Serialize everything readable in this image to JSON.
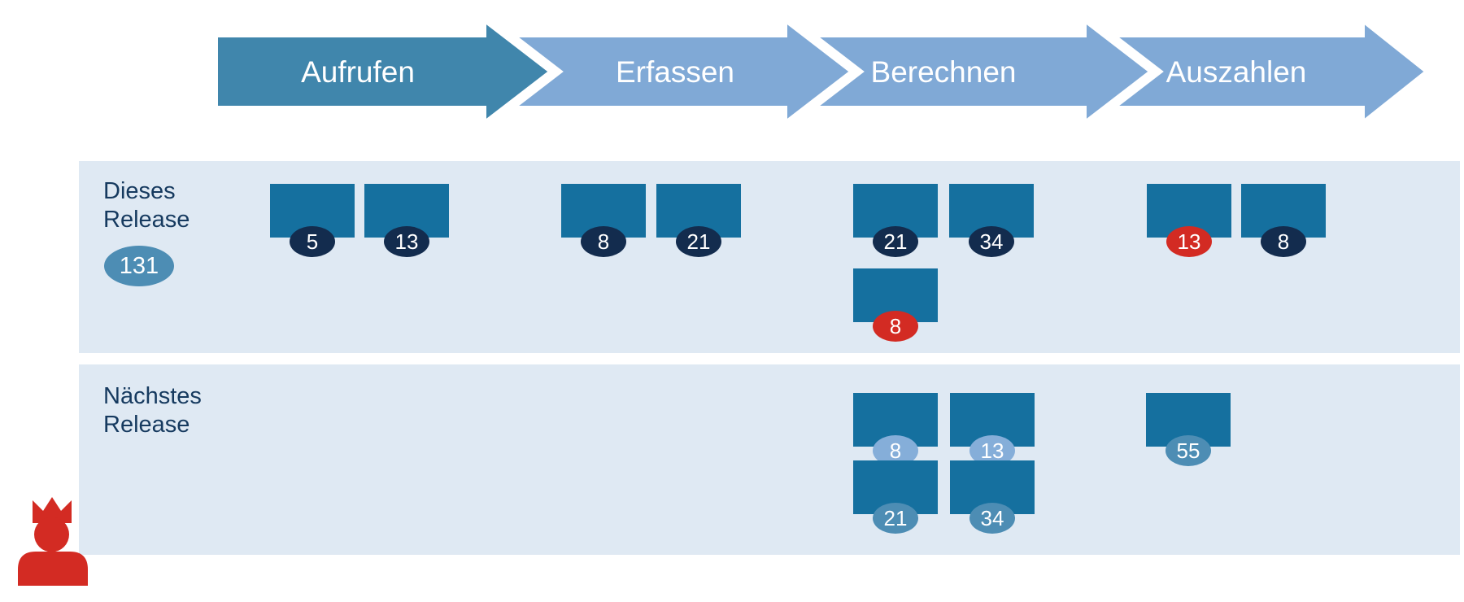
{
  "process_arrows": {
    "items": [
      {
        "label": "Aufrufen",
        "color": "#4086ac"
      },
      {
        "label": "Erfassen",
        "color": "#80a9d6"
      },
      {
        "label": "Berechnen",
        "color": "#80a9d6"
      },
      {
        "label": "Auszahlen",
        "color": "#80a9d6"
      }
    ]
  },
  "lanes": [
    {
      "title_line1": "Dieses",
      "title_line2": "Release",
      "total_points": "131",
      "cards": [
        {
          "phase": "Aufrufen",
          "points": "5",
          "badge": "navy"
        },
        {
          "phase": "Aufrufen",
          "points": "13",
          "badge": "navy"
        },
        {
          "phase": "Erfassen",
          "points": "8",
          "badge": "navy"
        },
        {
          "phase": "Erfassen",
          "points": "21",
          "badge": "navy"
        },
        {
          "phase": "Berechnen",
          "points": "21",
          "badge": "navy"
        },
        {
          "phase": "Berechnen",
          "points": "34",
          "badge": "navy"
        },
        {
          "phase": "Berechnen",
          "points": "8",
          "badge": "red"
        },
        {
          "phase": "Auszahlen",
          "points": "13",
          "badge": "red"
        },
        {
          "phase": "Auszahlen",
          "points": "8",
          "badge": "navy"
        }
      ]
    },
    {
      "title_line1": "Nächstes",
      "title_line2": "Release",
      "cards": [
        {
          "phase": "Berechnen",
          "points": "8",
          "badge": "light"
        },
        {
          "phase": "Berechnen",
          "points": "13",
          "badge": "light"
        },
        {
          "phase": "Berechnen",
          "points": "21",
          "badge": "teal"
        },
        {
          "phase": "Berechnen",
          "points": "34",
          "badge": "teal"
        },
        {
          "phase": "Auszahlen",
          "points": "55",
          "badge": "teal"
        }
      ]
    }
  ],
  "colors": {
    "arrow_first": "#4086ac",
    "arrow_rest": "#80a9d6",
    "lane_background": "#dfe9f3",
    "card": "#15709f",
    "badge_navy": "#132c4e",
    "badge_red": "#d32b23",
    "badge_light": "#85aed9",
    "badge_teal": "#4d8db4",
    "lane_title_text": "#163a5f",
    "logo_red": "#d32b23"
  },
  "logo": {
    "name": "king-icon"
  }
}
